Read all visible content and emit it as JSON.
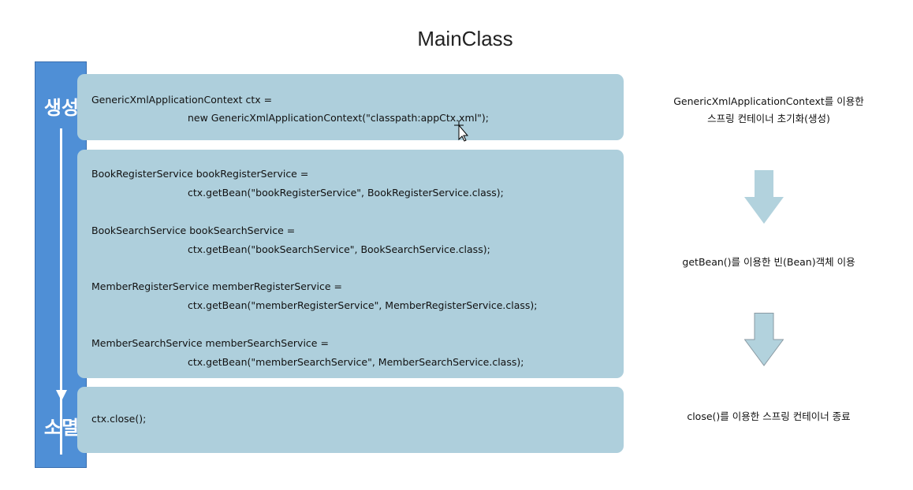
{
  "title": "MainClass",
  "lifecycle": {
    "start_label": "생성",
    "end_label": "소멸"
  },
  "create_block": {
    "line1": "GenericXmlApplicationContext ctx =",
    "line2": "new GenericXmlApplicationContext(\"classpath:appCtx.xml\");"
  },
  "use_block": [
    {
      "line1": "BookRegisterService bookRegisterService =",
      "line2": "ctx.getBean(\"bookRegisterService\", BookRegisterService.class);"
    },
    {
      "line1": "BookSearchService bookSearchService =",
      "line2": "ctx.getBean(\"bookSearchService\", BookSearchService.class);"
    },
    {
      "line1": "MemberRegisterService memberRegisterService =",
      "line2": "ctx.getBean(\"memberRegisterService\", MemberRegisterService.class);"
    },
    {
      "line1": "MemberSearchService memberSearchService =",
      "line2": "ctx.getBean(\"memberSearchService\", MemberSearchService.class);"
    }
  ],
  "destroy_block": {
    "line1": "ctx.close();"
  },
  "descriptions": {
    "create_line1": "GenericXmlApplicationContext를 이용한",
    "create_line2": "스프링 컨테이너 초기화(생성)",
    "use": "getBean()를 이용한 빈(Bean)객체 이용",
    "destroy": "close()를 이용한 스프링 컨테이너 종료"
  },
  "colors": {
    "lifecycle_bar": "#4f8fd6",
    "panel": "#aecfdc",
    "arrow_fill": "#b2d2dd",
    "arrow_outline": "#8a9aa3"
  }
}
